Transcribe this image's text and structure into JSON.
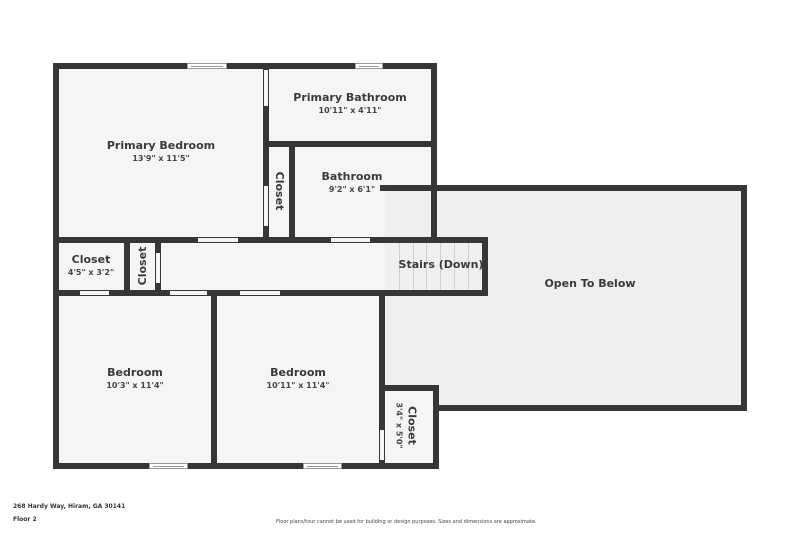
{
  "plan": {
    "rooms": [
      {
        "id": "primary-bedroom",
        "name": "Primary Bedroom",
        "dims": "13'9\" x 11'5\""
      },
      {
        "id": "primary-bathroom",
        "name": "Primary Bathroom",
        "dims": "10'11\" x 4'11\""
      },
      {
        "id": "bathroom",
        "name": "Bathroom",
        "dims": "9'2\" x 6'1\""
      },
      {
        "id": "closet-upper",
        "name": "Closet",
        "dims": ""
      },
      {
        "id": "closet-left",
        "name": "Closet",
        "dims": "4'5\" x 3'2\""
      },
      {
        "id": "closet-small",
        "name": "Closet",
        "dims": ""
      },
      {
        "id": "stairs",
        "name": "Stairs (Down)",
        "dims": ""
      },
      {
        "id": "open-to-below",
        "name": "Open To Below",
        "dims": ""
      },
      {
        "id": "bedroom-1",
        "name": "Bedroom",
        "dims": "10'3\" x 11'4\""
      },
      {
        "id": "bedroom-2",
        "name": "Bedroom",
        "dims": "10'11\" x 11'4\""
      },
      {
        "id": "closet-lower",
        "name": "Closet",
        "dims": "3'4\" x 5'0\""
      }
    ]
  },
  "footer": {
    "address": "268 Hardy Way, Hiram, GA 30141",
    "floor": "Floor 2",
    "disclaimer": "Floor plans/tour cannot be used for building or design purposes. Sizes and dimensions are approximate."
  },
  "colors": {
    "wall": "#363636",
    "room": "#f5f5f5",
    "open": "#efefef",
    "text": "#3a3a3a"
  }
}
